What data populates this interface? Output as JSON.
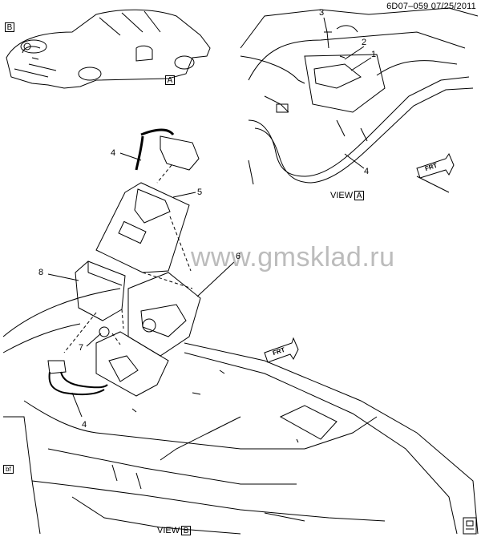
{
  "header": {
    "code": "6D07–059",
    "date": "07/25/2011"
  },
  "watermark": "www.gmsklad.ru",
  "views": {
    "a": {
      "prefix": "VIEW",
      "letter": "A"
    },
    "b": {
      "prefix": "VIEW",
      "letter": "B"
    }
  },
  "inset_car_markers": {
    "b": "B",
    "a": "A"
  },
  "callouts": {
    "n1": "1",
    "n2": "2",
    "n3": "3",
    "n4_top": "4",
    "n4_main": "4",
    "n5": "5",
    "n6": "6",
    "n8": "8",
    "n7": "7",
    "n4_bottom": "4"
  },
  "frt_labels": {
    "top": "FRT",
    "middle": "FRT"
  },
  "corner_tag": "bf"
}
